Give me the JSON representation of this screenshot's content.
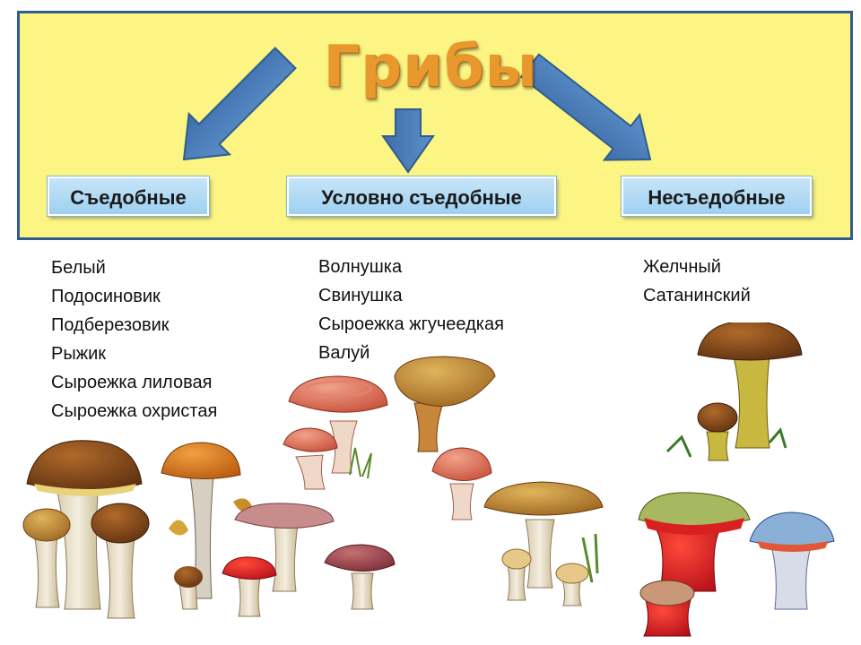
{
  "title": "Грибы",
  "categories": [
    {
      "label": "Съедобные"
    },
    {
      "label": "Условно съедобные"
    },
    {
      "label": "Несъедобные"
    }
  ],
  "lists": [
    [
      "Белый",
      "Подосиновик",
      "Подберезовик",
      "Рыжик",
      "Сыроежка лиловая",
      "Сыроежка охристая"
    ],
    [
      "Волнушка",
      "Свинушка",
      "Сыроежка жгучеедкая",
      "Валуй"
    ],
    [
      "Желчный",
      "Сатанинский"
    ]
  ],
  "colors": {
    "panel": "#fcf583",
    "panel_border": "#2f5d8c",
    "arrow": "#4f81bd",
    "title": "#e8982c",
    "category_box": "#b3dbf4"
  }
}
